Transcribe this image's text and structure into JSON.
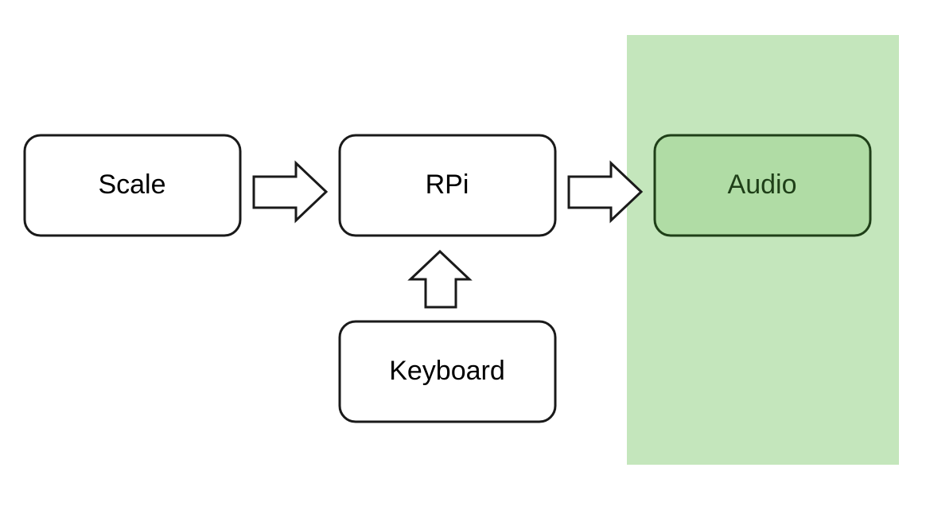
{
  "diagram": {
    "nodes": [
      {
        "id": "scale",
        "label": "Scale"
      },
      {
        "id": "rpi",
        "label": "RPi"
      },
      {
        "id": "keyboard",
        "label": "Keyboard"
      },
      {
        "id": "audio",
        "label": "Audio"
      }
    ],
    "edges": [
      {
        "from": "scale",
        "to": "rpi"
      },
      {
        "from": "rpi",
        "to": "audio"
      },
      {
        "from": "keyboard",
        "to": "rpi"
      }
    ],
    "highlight": {
      "node": "audio"
    },
    "colors": {
      "stroke": "#1a1a1a",
      "highlight_fill": "#c4e6bc",
      "highlight_node_fill": "#b0dca5",
      "highlight_stroke": "#1f3f18",
      "highlight_text": "#1f3f18"
    }
  }
}
